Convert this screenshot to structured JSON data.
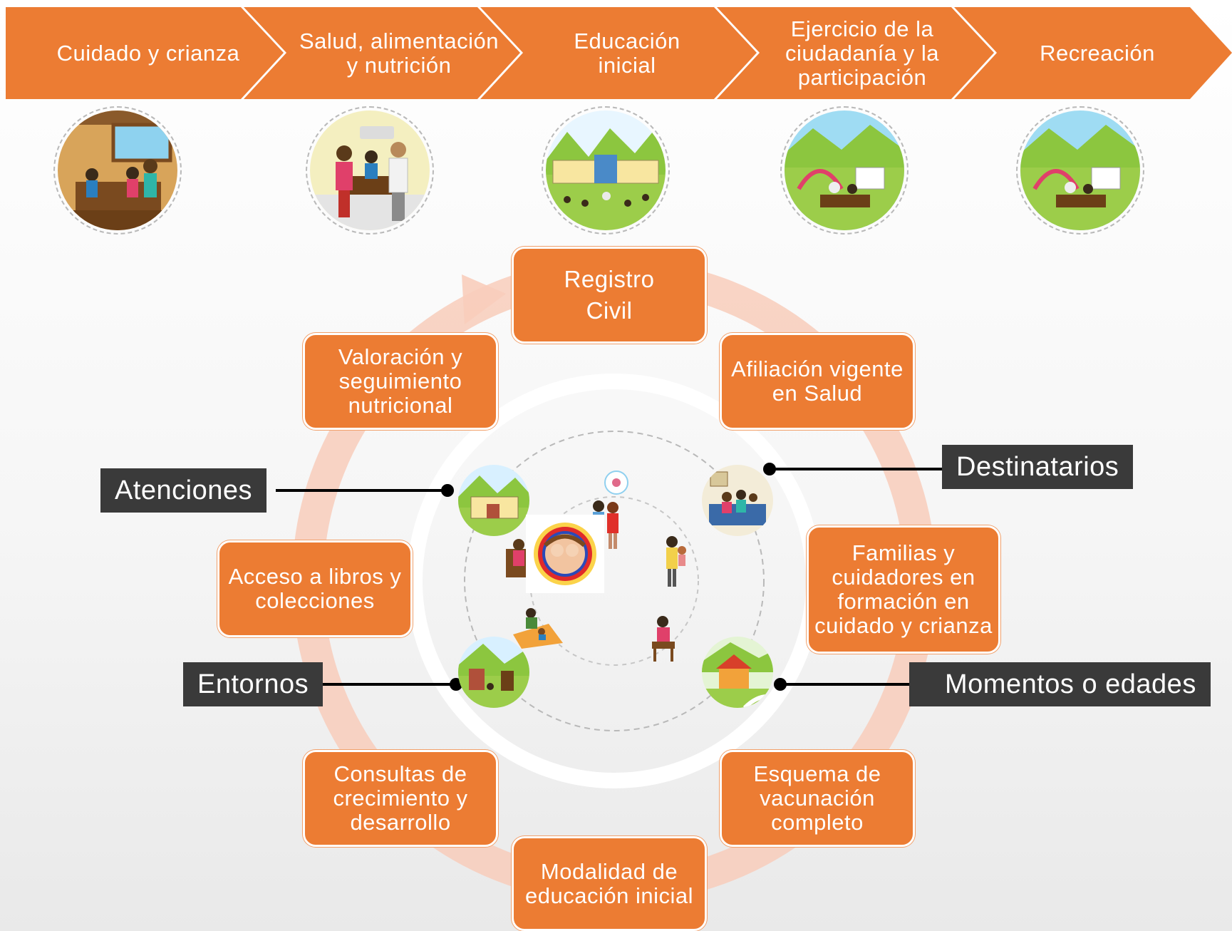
{
  "chevrons": [
    "Cuidado y crianza",
    "Salud, alimentación y nutrición",
    "Educación inicial",
    "Ejercicio de la ciudadanía y la participación",
    "Recreación"
  ],
  "illustrations": [
    "dining-scene-icon",
    "health-consultation-icon",
    "school-playground-icon",
    "park-citizenship-icon",
    "park-recreation-icon"
  ],
  "attentions": {
    "registro": "Registro Civil",
    "afiliacion": "Afiliación vigente en Salud",
    "valoracion": "Valoración y seguimiento nutricional",
    "acceso": "Acceso a libros y colecciones",
    "familias": "Familias y cuidadores en formación en cuidado y crianza",
    "consultas": "Consultas de crecimiento y desarrollo",
    "esquema": "Esquema de vacunación completo",
    "modalidad": "Modalidad de educación inicial"
  },
  "labels": {
    "atenciones": "Atenciones",
    "destinatarios": "Destinatarios",
    "entornos": "Entornos",
    "momentos": "Momentos o edades"
  },
  "colors": {
    "orange": "#ec7c33",
    "dark": "#3a3a3a",
    "cycle": "#f6c5b0"
  }
}
